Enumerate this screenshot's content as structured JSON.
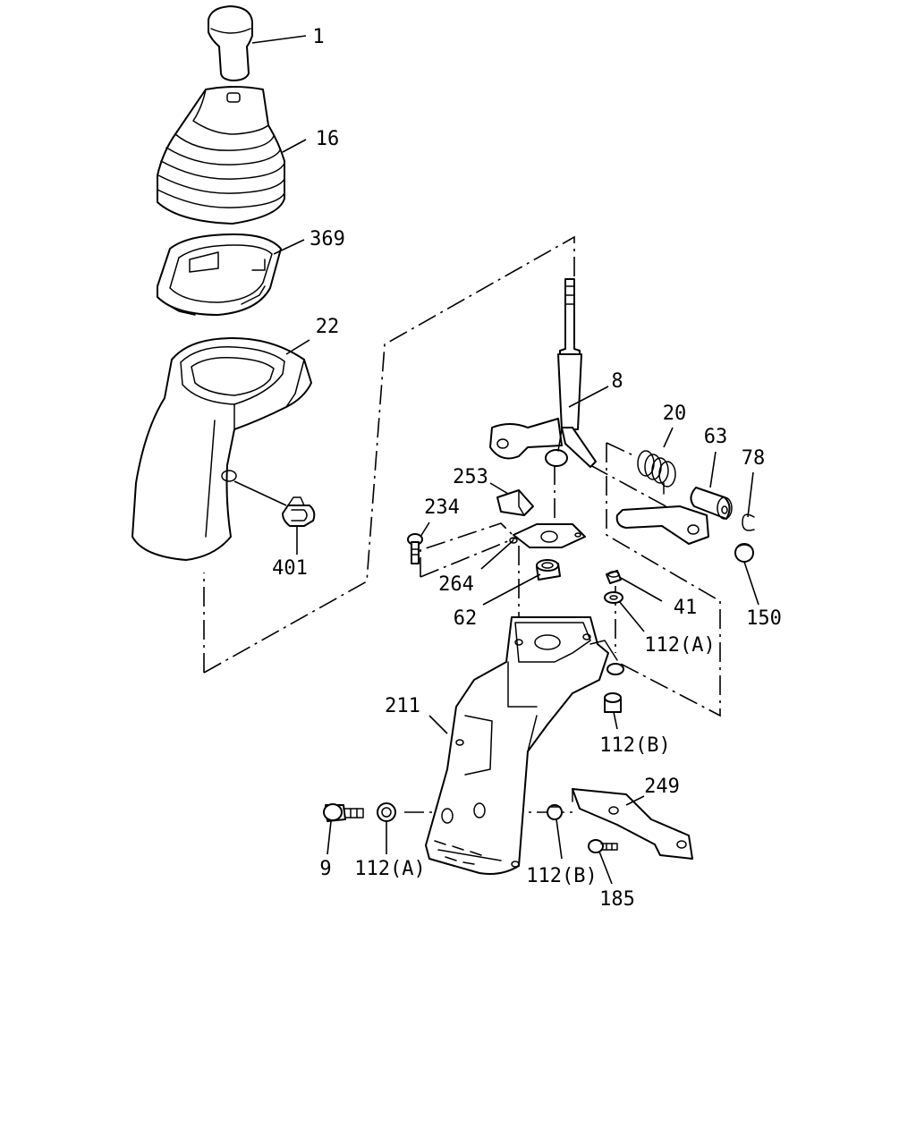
{
  "diagram": {
    "callouts": [
      {
        "id": "c1",
        "text": "1"
      },
      {
        "id": "c16",
        "text": "16"
      },
      {
        "id": "c369",
        "text": "369"
      },
      {
        "id": "c22",
        "text": "22"
      },
      {
        "id": "c401",
        "text": "401"
      },
      {
        "id": "c8",
        "text": "8"
      },
      {
        "id": "c20",
        "text": "20"
      },
      {
        "id": "c63",
        "text": "63"
      },
      {
        "id": "c78",
        "text": "78"
      },
      {
        "id": "c253",
        "text": "253"
      },
      {
        "id": "c234",
        "text": "234"
      },
      {
        "id": "c264",
        "text": "264"
      },
      {
        "id": "c62",
        "text": "62"
      },
      {
        "id": "c41",
        "text": "41"
      },
      {
        "id": "c112a_top",
        "text": "112(A)"
      },
      {
        "id": "c150",
        "text": "150"
      },
      {
        "id": "c211",
        "text": "211"
      },
      {
        "id": "c112b_top",
        "text": "112(B)"
      },
      {
        "id": "c249",
        "text": "249"
      },
      {
        "id": "c9",
        "text": "9"
      },
      {
        "id": "c112a_bot",
        "text": "112(A)"
      },
      {
        "id": "c112b_bot",
        "text": "112(B)"
      },
      {
        "id": "c185",
        "text": "185"
      }
    ]
  }
}
